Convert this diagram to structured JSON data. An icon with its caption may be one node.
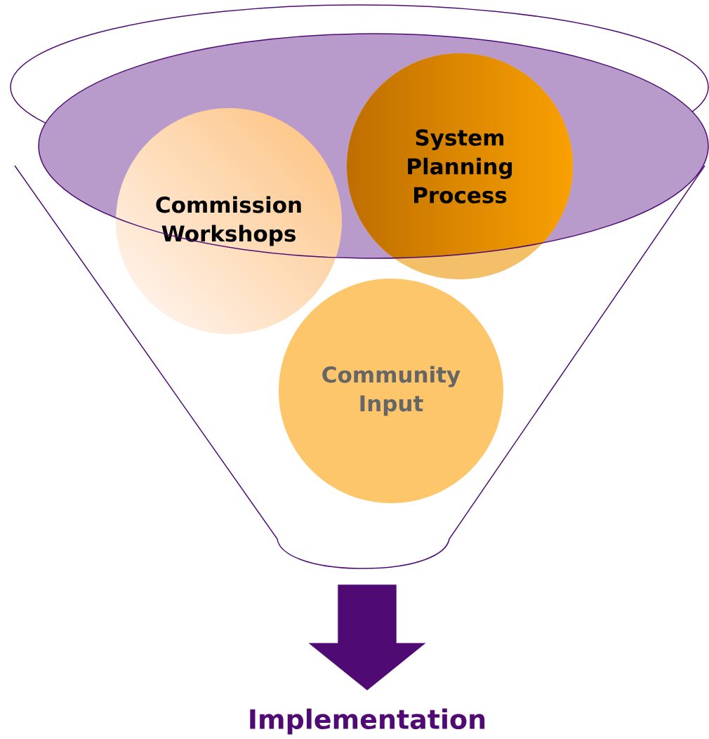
{
  "diagram": {
    "nodes": [
      {
        "text": [],
        "shape": "funnel"
      },
      {
        "text": [
          "Commission Workshops"
        ],
        "in": 0
      },
      {
        "text": [
          "System Planning Process"
        ],
        "in": 0
      },
      {
        "text": [
          "Community Input"
        ],
        "in": 0
      },
      {
        "text": [
          "Implementation"
        ]
      }
    ],
    "edges": [
      {
        "from": 0,
        "to": 4,
        "arrow": "to"
      }
    ]
  }
}
